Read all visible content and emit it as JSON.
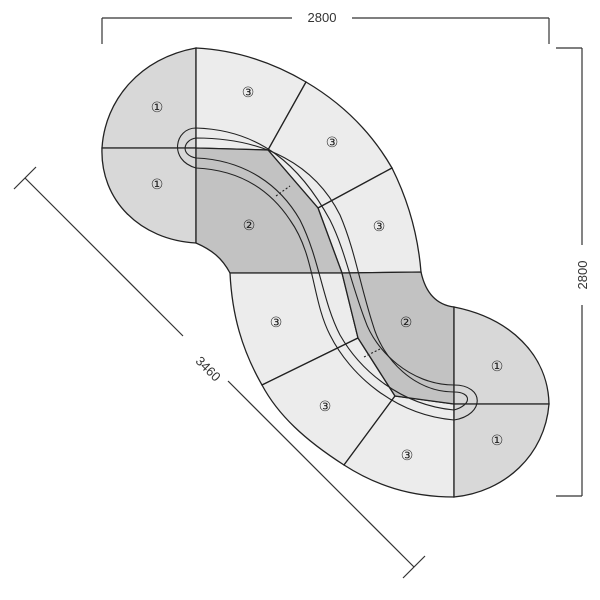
{
  "dimensions": {
    "top_width": "2800",
    "right_height": "2800",
    "diagonal_length": "3460"
  },
  "labels": {
    "type_1": "①",
    "type_2": "②",
    "type_3": "③"
  },
  "colors": {
    "type_1_fill": "#d8d8d8",
    "type_2_fill": "#c2c2c2",
    "type_3_fill": "#ececec",
    "stroke": "#222222"
  }
}
